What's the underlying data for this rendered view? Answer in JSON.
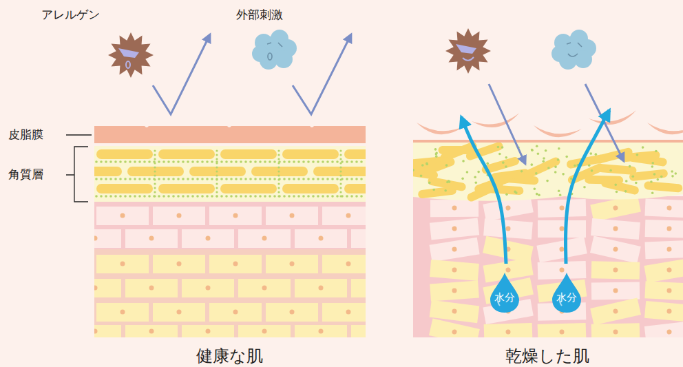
{
  "diagram": {
    "nodes": [
      {
        "text": [
          "水分"
        ]
      },
      {
        "text": [
          "水分"
        ]
      }
    ],
    "labels": [
      "アレルゲン",
      "外部刺激",
      "皮脂膜",
      "角質層",
      "健康な肌",
      "乾燥した肌"
    ]
  }
}
